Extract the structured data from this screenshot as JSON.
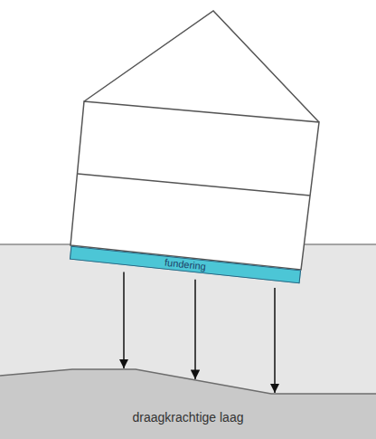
{
  "diagram": {
    "nodes": [
      {
        "text": [
          "fundering"
        ]
      },
      {
        "text": [
          "draagkrachtige laag"
        ]
      }
    ],
    "edges": [
      {
        "from": 0,
        "to": 1,
        "arrow": "to"
      },
      {
        "from": 0,
        "to": 1,
        "arrow": "to"
      },
      {
        "from": 0,
        "to": 1,
        "arrow": "to"
      }
    ]
  }
}
